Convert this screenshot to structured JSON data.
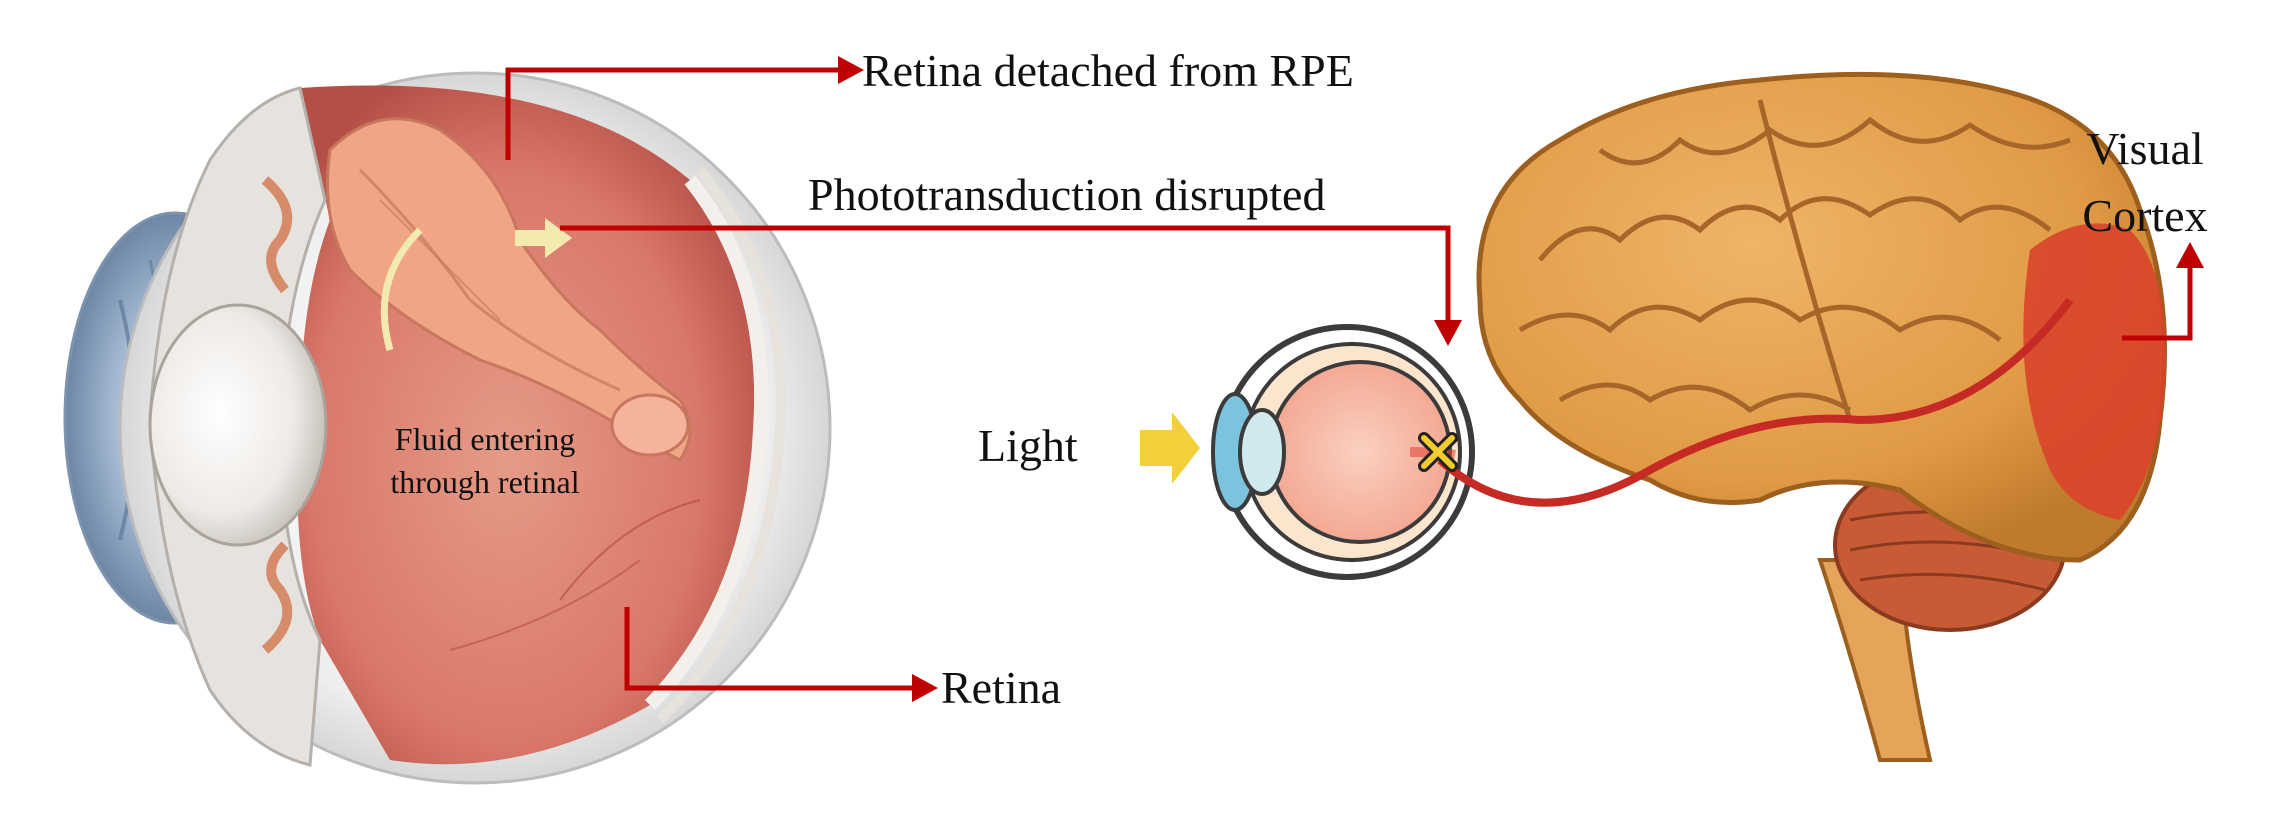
{
  "labels": {
    "rpe_detached": "Retina detached from RPE",
    "phototransduction": "Phototransduction disrupted",
    "retina": "Retina",
    "light": "Light",
    "visual_cortex_line1": "Visual",
    "visual_cortex_line2": "Cortex",
    "fluid_line1": "Fluid entering",
    "fluid_line2": "through retinal"
  },
  "colors": {
    "arrow": "#c00000",
    "brain": "#e09a45",
    "visual_cortex": "#d9442a",
    "cerebellum": "#c85a36",
    "retina_tissue": "#d9786a",
    "light_arrow": "#f4cf3c",
    "blocked_marker": "#f2cc2f"
  },
  "icons": {
    "eye_cross_section": "eye-cross-section-icon",
    "small_eye": "eye-icon",
    "brain": "brain-icon",
    "blocked": "x-mark-icon"
  }
}
